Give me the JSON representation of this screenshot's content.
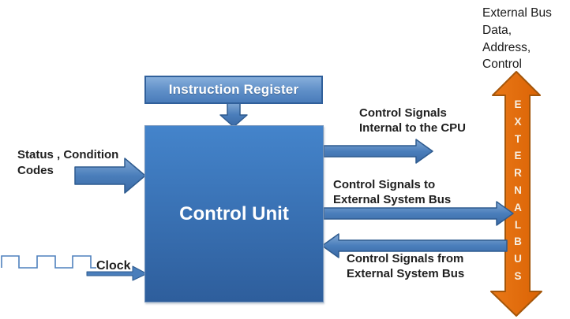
{
  "diagram": {
    "instruction_register_label": "Instruction Register",
    "control_unit_label": "Control Unit",
    "status_label_lines": [
      "Status , Condition",
      "Codes"
    ],
    "clock_label": "Clock",
    "signal_labels": {
      "internal_line1": "Control Signals",
      "internal_line2": "Internal to the CPU",
      "to_bus_line1": "Control Signals to",
      "to_bus_line2": "External System Bus",
      "from_bus_line1": "Control Signals from",
      "from_bus_line2": "External System Bus"
    },
    "external_bus": {
      "top_label_line1": "External Bus",
      "top_label_line2": "Data,",
      "top_label_line3": "Address,",
      "top_label_line4": "Control",
      "vertical_label": "E X T E R N A L B U S"
    },
    "icons": {
      "clock_waveform": "square-wave-icon",
      "external_bus_arrow": "double-headed-vertical-arrow-icon"
    },
    "colors": {
      "blue_fill": "#4a7ebb",
      "blue_border": "#2e5b8f",
      "control_unit_top": "#4484cb",
      "control_unit_bottom": "#2e5e9c",
      "orange_fill": "#e2690d",
      "orange_border": "#a4560a",
      "text": "#1f1f1f"
    }
  }
}
